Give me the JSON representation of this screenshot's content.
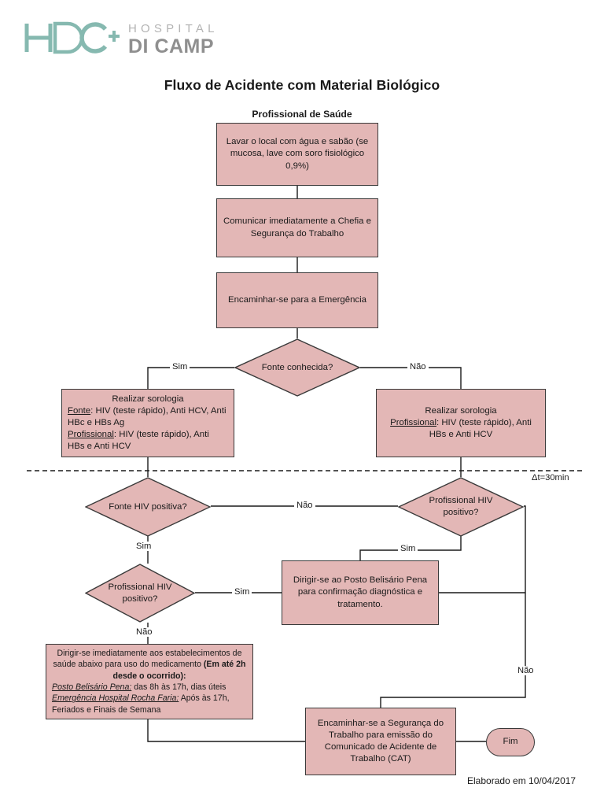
{
  "logo": {
    "mark_text": "HDC+",
    "line1": "HOSPITAL",
    "line2": "DI CAMP",
    "teal": "#86b9b0",
    "gray": "#9a9a9a",
    "dark_gray": "#7d7d7d"
  },
  "title": "Fluxo de Acidente com Material Biológico",
  "subtitle": "Profissional de Saúde",
  "colors": {
    "node_fill": "#e3b7b6",
    "node_stroke": "#3a3a3a",
    "line": "#1a1a1a"
  },
  "nodes": {
    "lavar": "Lavar o local com água e sabão (se mucosa, lave com soro fisiológico 0,9%)",
    "comunicar": "Comunicar imediatamente a Chefia e Segurança do Trabalho",
    "encaminhar_emergencia": "Encaminhar-se para a Emergência",
    "fonte_conhecida": "Fonte conhecida?",
    "sorologia_esquerda": {
      "heading": "Realizar sorologia",
      "label_fonte": "Fonte",
      "text_fonte": ": HIV (teste rápido), Anti HCV, Anti HBc e HBs Ag",
      "label_prof": "Profissional",
      "text_prof": ": HIV (teste rápido), Anti HBs e Anti HCV"
    },
    "sorologia_direita": {
      "heading": "Realizar sorologia",
      "label_prof": "Profissional",
      "text_prof": ": HIV (teste rápido), Anti HBs e Anti HCV"
    },
    "fonte_hiv_positiva": "Fonte HIV positiva?",
    "profissional_hiv_positivo_dir": "Profissional HIV positivo?",
    "profissional_hiv_positivo_esq": "Profissional HIV positivo?",
    "posto_belisario": "Dirigir-se ao Posto Belisário Pena para confirmação diagnóstica e tratamento.",
    "estabelecimentos": {
      "line1": "Dirigir-se imediatamente aos estabelecimentos de saúde abaixo para uso do medicamento ",
      "bold1": "(Em até 2h desde o ocorrido):",
      "loc1_label": "Posto Belisário Pena:",
      "loc1_text": " das 8h às 17h, dias úteis",
      "loc2_label": "Emergência Hospital Rocha Faria:",
      "loc2_text": " Após às 17h, Feriados e Finais de Semana"
    },
    "cat": "Encaminhar-se a Segurança do Trabalho para emissão do Comunicado de Acidente de Trabalho (CAT)",
    "fim": "Fim"
  },
  "edge_labels": {
    "sim_fonte": "Sim",
    "nao_fonte": "Não",
    "nao_fonte_hiv": "Não",
    "sim_fonte_hiv": "Sim",
    "sim_prof_dir": "Sim",
    "sim_prof_esq": "Sim",
    "nao_prof_esq": "Não",
    "nao_prof_dir": "Não"
  },
  "delta_t": "Δt=30min",
  "footer": "Elaborado em 10/04/2017"
}
